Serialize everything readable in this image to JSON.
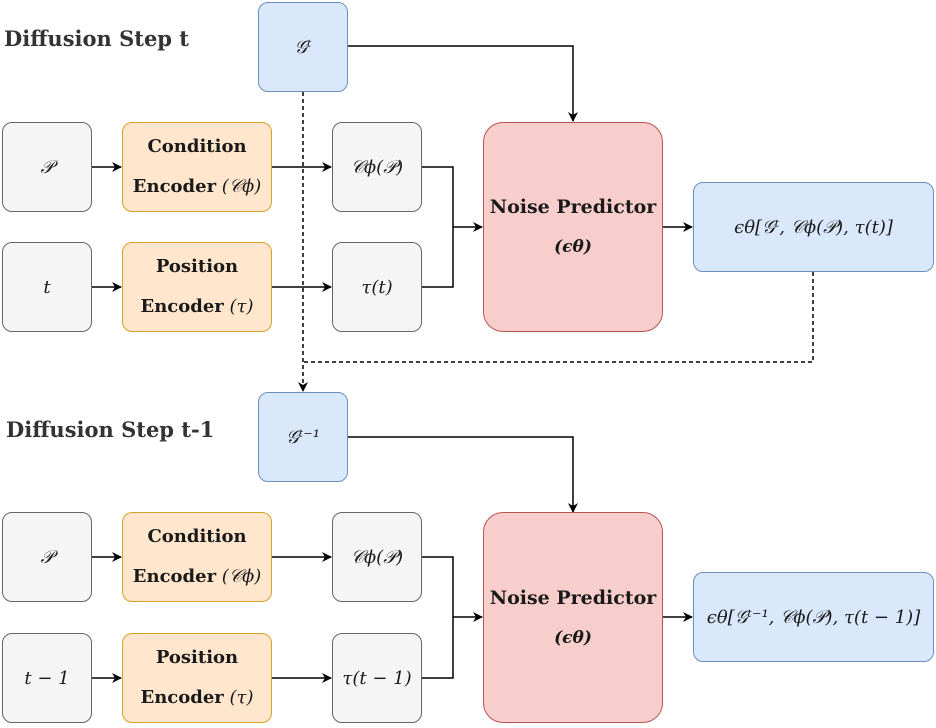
{
  "step_t": {
    "title": "Diffusion Step t",
    "graph": "𝒢ᵗ",
    "input_p": "𝒫",
    "input_t": "t",
    "cond_encoder": {
      "line1": "Condition",
      "line2": "Encoder",
      "sym": "(𝒞ϕ)"
    },
    "pos_encoder": {
      "line1": "Position",
      "line2": "Encoder",
      "sym": "(τ)"
    },
    "cond_out": "𝒞ϕ(𝒫)",
    "pos_out": "τ(t)",
    "noise_predictor": {
      "title": "Noise Predictor",
      "sym": "(ϵθ)"
    },
    "output": "ϵθ[𝒢ᵗ, 𝒞ϕ(𝒫), τ(t)]"
  },
  "step_t1": {
    "title": "Diffusion Step t-1",
    "graph": "𝒢ᵗ⁻¹",
    "input_p": "𝒫",
    "input_t": "t − 1",
    "cond_encoder": {
      "line1": "Condition",
      "line2": "Encoder",
      "sym": "(𝒞ϕ)"
    },
    "pos_encoder": {
      "line1": "Position",
      "line2": "Encoder",
      "sym": "(τ)"
    },
    "cond_out": "𝒞ϕ(𝒫)",
    "pos_out": "τ(t − 1)",
    "noise_predictor": {
      "title": "Noise Predictor",
      "sym": "(ϵθ)"
    },
    "output": "ϵθ[𝒢ᵗ⁻¹, 𝒞ϕ(𝒫), τ(t − 1)]"
  },
  "colors": {
    "gray_fill": "#f5f5f5",
    "gray_stroke": "#666666",
    "orange_fill": "#ffe6cc",
    "orange_stroke": "#d6a32a",
    "blue_fill": "#dae8fc",
    "blue_stroke": "#6c8ebf",
    "red_fill": "#f8cecc",
    "red_stroke": "#b85450"
  }
}
